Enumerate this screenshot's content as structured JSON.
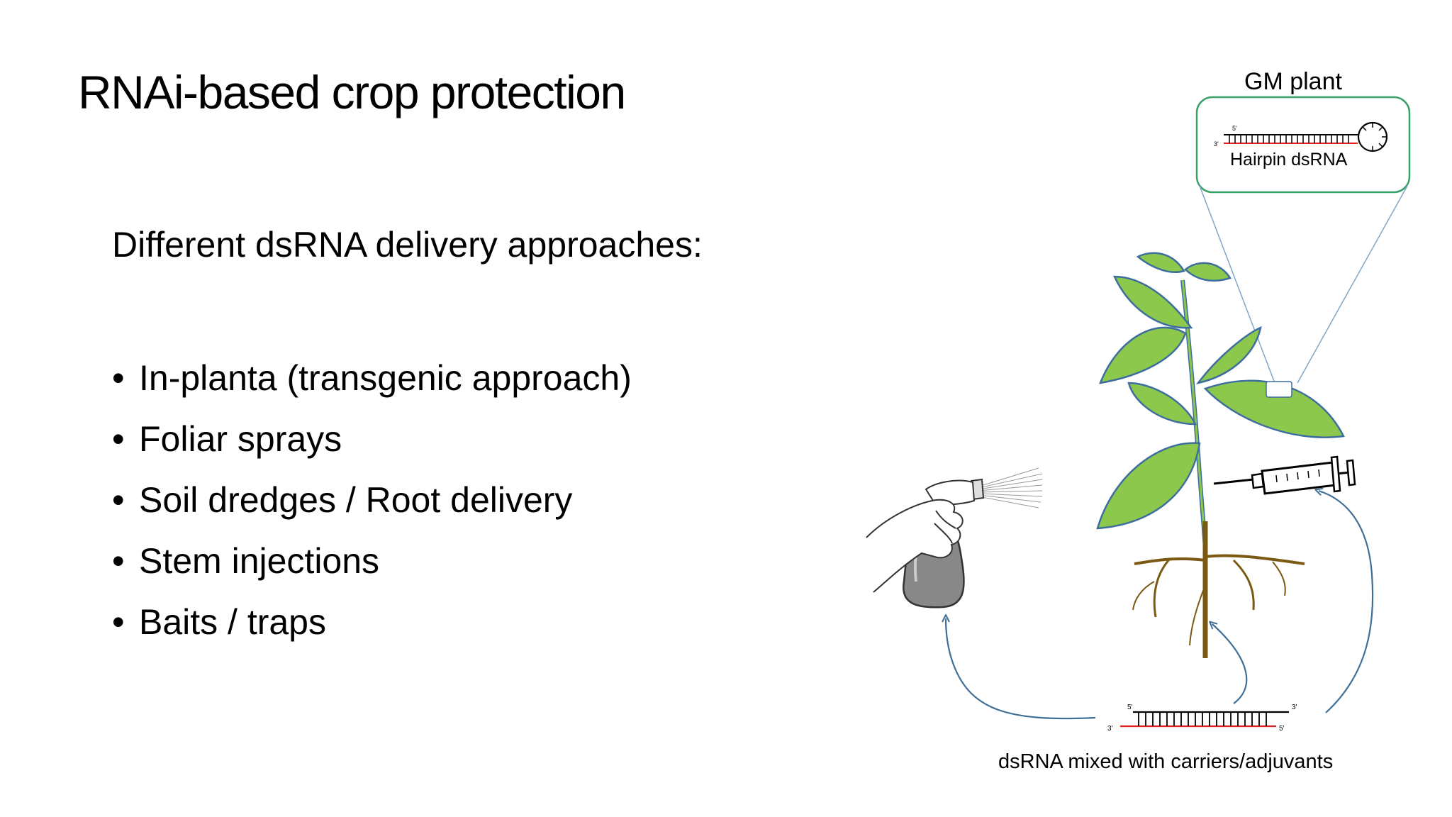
{
  "slide": {
    "title": "RNAi-based crop protection",
    "subtitle": "Different dsRNA delivery approaches:",
    "bullets": [
      "In-planta (transgenic approach)",
      "Foliar sprays",
      "Soil dredges / Root delivery",
      "Stem injections",
      "Baits / traps"
    ],
    "bullet_glyph": "•"
  },
  "figure": {
    "gm_plant_label": "GM plant",
    "hairpin_label": "Hairpin dsRNA",
    "dsrna_label": "dsRNA mixed with carriers/adjuvants",
    "strand_labels": {
      "five_prime": "5'",
      "three_prime": "3'"
    },
    "colors": {
      "leaf": "#8CC84B",
      "leaf_outline": "#3E6E9E",
      "root": "#7A5A12",
      "box_border": "#39A06A",
      "arrow": "#3F6E96",
      "rna_red": "#E02020"
    },
    "icons": [
      "spray-bottle-icon",
      "syringe-icon",
      "hand-icon"
    ]
  }
}
